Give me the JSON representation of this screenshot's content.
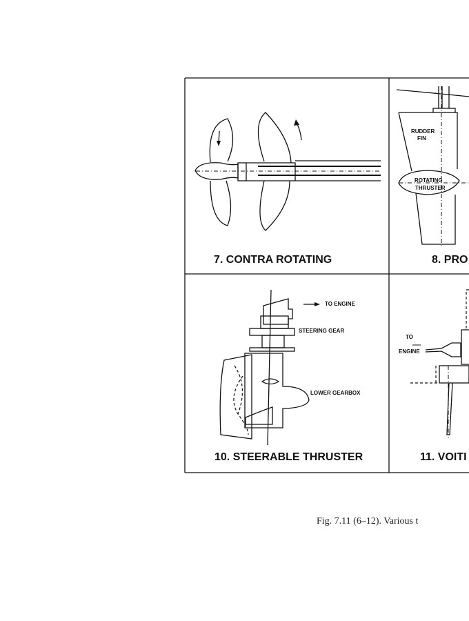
{
  "figure": {
    "panels": [
      {
        "title": "7. CONTRA ROTATING"
      },
      {
        "title": "8. PRO",
        "labels": {
          "rudder_fin_1": "RUDDER",
          "rudder_fin_2": "FIN",
          "thruster_1": "ROTATING",
          "thruster_2": "THRUSTER"
        }
      },
      {
        "title": "10. STEERABLE THRUSTER",
        "labels": {
          "to_engine": "TO ENGINE",
          "steering_gear": "STEERING GEAR",
          "lower_gearbox": "LOWER GEARBOX"
        }
      },
      {
        "title": "11. VOITI",
        "labels": {
          "to": "TO",
          "engine": "ENGINE"
        }
      }
    ],
    "caption": "Fig. 7.11 (6–12). Various t"
  }
}
